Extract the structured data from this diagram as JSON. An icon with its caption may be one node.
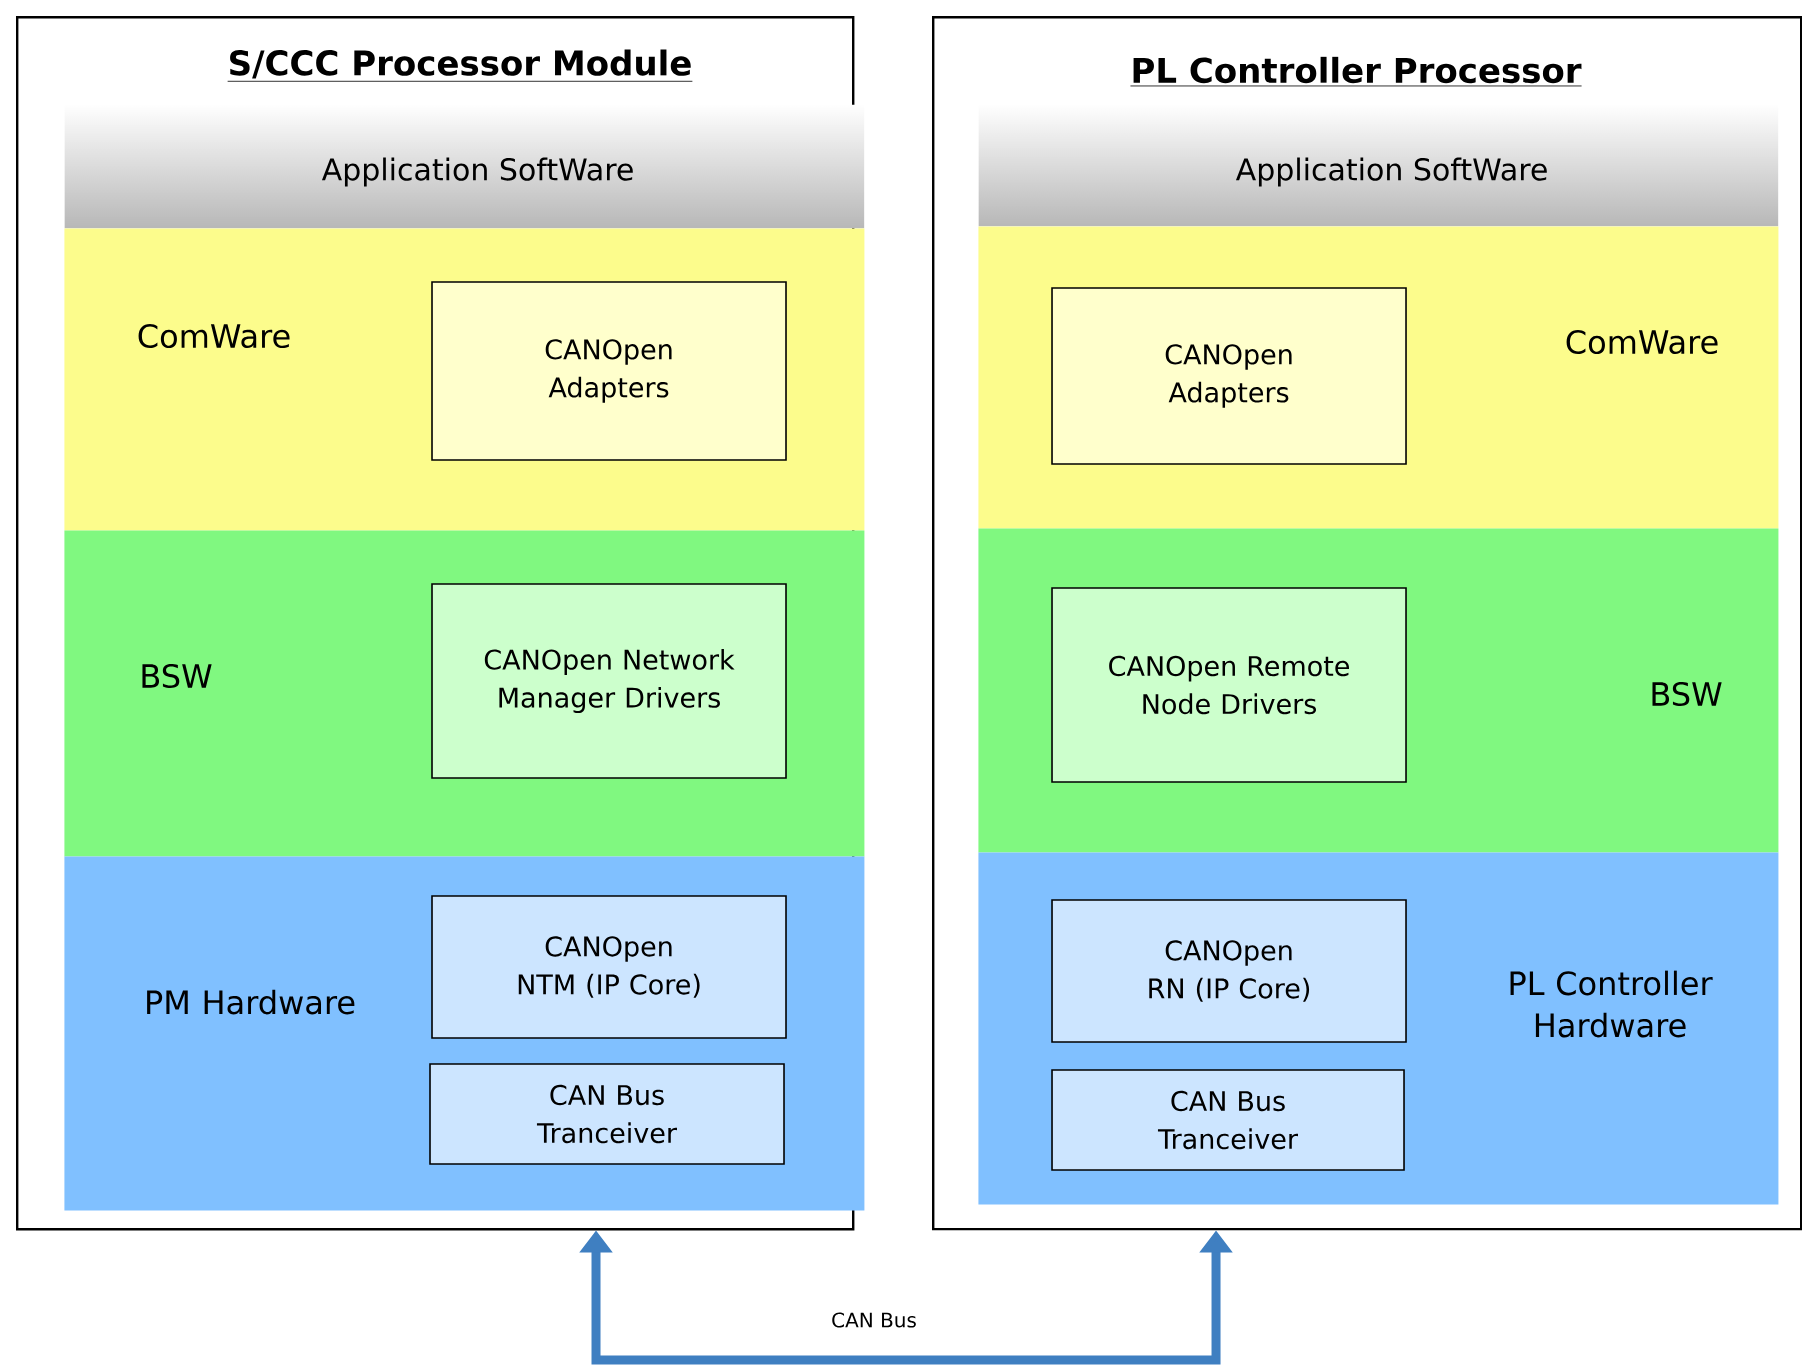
{
  "diagram": {
    "nodes": [
      {
        "text": [
          "S/CCC Processor Module"
        ]
      },
      {
        "text": [
          "Application SoftWare"
        ],
        "in": 0
      },
      {
        "text": [
          "ComWare"
        ],
        "in": 0
      },
      {
        "text": [
          "CANOpen Adapters"
        ],
        "in": 2
      },
      {
        "text": [
          "BSW"
        ],
        "in": 0
      },
      {
        "text": [
          "CANOpen Network Manager Drivers"
        ],
        "in": 4
      },
      {
        "text": [
          "PM Hardware"
        ],
        "in": 0
      },
      {
        "text": [
          "CANOpen NTM (IP Core)"
        ],
        "in": 6
      },
      {
        "text": [
          "CAN Bus Tranceiver"
        ],
        "in": 6
      },
      {
        "text": [
          "PL Controller Processor"
        ]
      },
      {
        "text": [
          "Application SoftWare"
        ],
        "in": 9
      },
      {
        "text": [
          "ComWare"
        ],
        "in": 9
      },
      {
        "text": [
          "CANOpen Adapters"
        ],
        "in": 11
      },
      {
        "text": [
          "BSW"
        ],
        "in": 9
      },
      {
        "text": [
          "CANOpen Remote Node Drivers"
        ],
        "in": 13
      },
      {
        "text": [
          "PL Controller Hardware"
        ],
        "in": 9
      },
      {
        "text": [
          "CANOpen RN (IP Core)"
        ],
        "in": 15
      },
      {
        "text": [
          "CAN Bus Tranceiver"
        ],
        "in": 15
      }
    ],
    "edges": [
      {
        "from": 0,
        "to": 9,
        "arrow": "both",
        "label": "CAN Bus",
        "color": "#3f7fc1"
      }
    ]
  }
}
